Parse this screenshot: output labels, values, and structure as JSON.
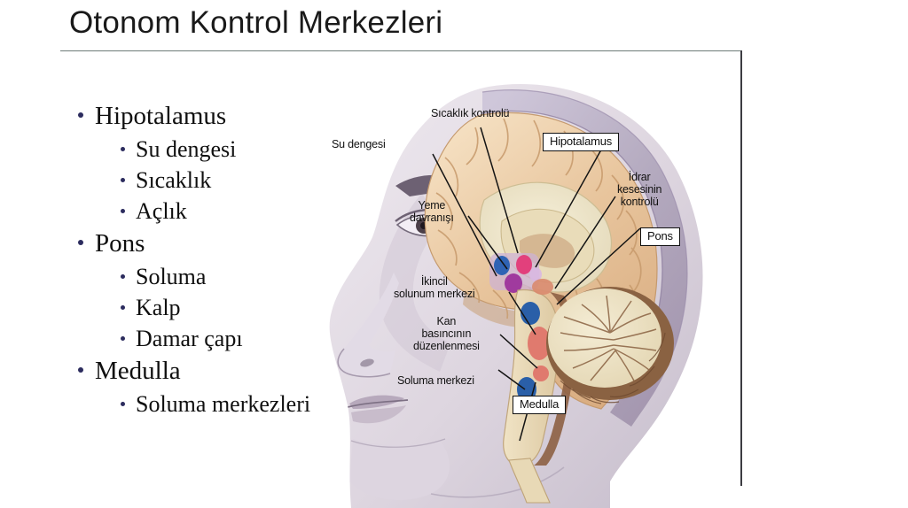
{
  "slide": {
    "title": "Otonom Kontrol Merkezleri"
  },
  "outline": [
    {
      "level": 1,
      "text": "Hipotalamus"
    },
    {
      "level": 2,
      "text": "Su dengesi"
    },
    {
      "level": 2,
      "text": "Sıcaklık"
    },
    {
      "level": 2,
      "text": "Açlık"
    },
    {
      "level": 1,
      "text": "Pons"
    },
    {
      "level": 2,
      "text": "Soluma"
    },
    {
      "level": 2,
      "text": "Kalp"
    },
    {
      "level": 2,
      "text": "Damar çapı"
    },
    {
      "level": 1,
      "text": "Medulla"
    },
    {
      "level": 2,
      "text": "Soluma merkezleri"
    }
  ],
  "figure": {
    "description": "Beyin orta hat kesiti - otonom kontrol merkezleri",
    "labels": [
      {
        "id": "sicaklik-kontrolu",
        "text": "Sıcaklık kontrolü",
        "boxed": false
      },
      {
        "id": "su-dengesi",
        "text": "Su dengesi",
        "boxed": false
      },
      {
        "id": "hipotalamus",
        "text": "Hipotalamus",
        "boxed": true
      },
      {
        "id": "idrar-kesesi",
        "text": "İdrar\nkesesinin\nkontrolü",
        "boxed": false
      },
      {
        "id": "yeme-davranisi",
        "text": "Yeme\ndavranışı",
        "boxed": false
      },
      {
        "id": "pons",
        "text": "Pons",
        "boxed": true
      },
      {
        "id": "ikincil-solunum",
        "text": "İkincil\nsolunum merkezi",
        "boxed": false
      },
      {
        "id": "kan-basinci",
        "text": "Kan\nbasıncının\ndüzenlenmesi",
        "boxed": false
      },
      {
        "id": "soluma-merkezi",
        "text": "Soluma merkezi",
        "boxed": false
      },
      {
        "id": "medulla",
        "text": "Medulla",
        "boxed": true
      }
    ],
    "colors": {
      "skin": "#d9d2dc",
      "skull": "#b6aec2",
      "cortex": "#e9c49a",
      "cortex_light": "#f3ddc0",
      "white_matter": "#efe7cd",
      "cerebellum": "#efe6cb",
      "cerebellum_rim": "#8a6242",
      "midbrain": "#9a6a4a",
      "nucleus_blue": "#2a5fa8",
      "nucleus_red": "#e0776c",
      "nucleus_pink": "#e0427e",
      "nucleus_magenta": "#a23ba0",
      "leader_line": "#141414"
    }
  }
}
